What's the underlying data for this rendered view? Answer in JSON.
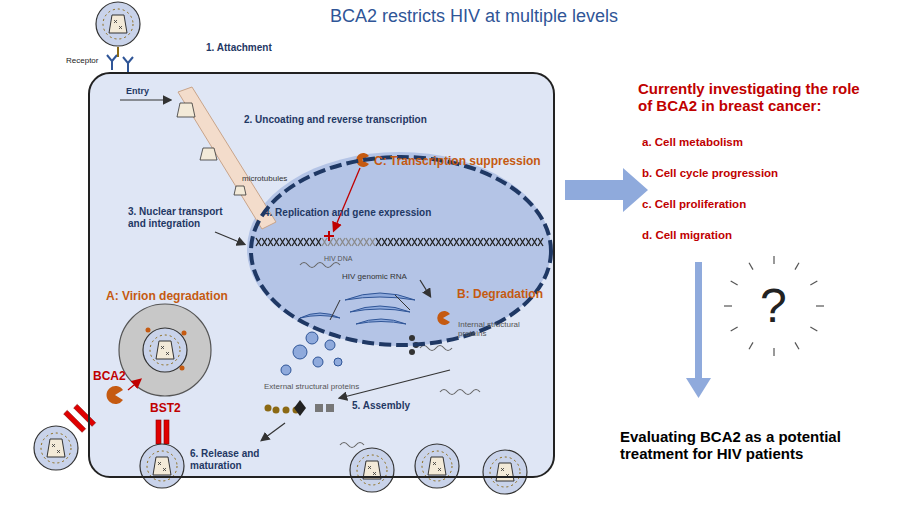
{
  "diagram": {
    "title": "BCA2 restricts HIV at multiple levels",
    "nodes": [
      {
        "text": [
          "Entry",
          "2. Uncoating and reverse transcription",
          "microtubules",
          "C: Transcription suppression",
          "3. Nuclear transport and integration",
          "A: Virion degradation",
          "B: Degradation",
          "Internal structural proteins",
          "External structural proteins",
          "5. Assembly"
        ]
      },
      {
        "text": [
          "4. Replication and gene expression",
          "HIV DNA",
          "HIV genomic RNA"
        ],
        "in": 0
      }
    ],
    "labels": [
      "1. Attachment",
      "Receptor",
      "BCA2",
      "BST2",
      "6. Release and maturation",
      "Currently investigating the role of BCA2 in breast cancer:",
      "a. Cell metabolism",
      "b. Cell cycle progression",
      "c. Cell proliferation",
      "d. Cell migration",
      "?",
      "Evaluating BCA2 as a potential treatment for HIV patients"
    ]
  }
}
